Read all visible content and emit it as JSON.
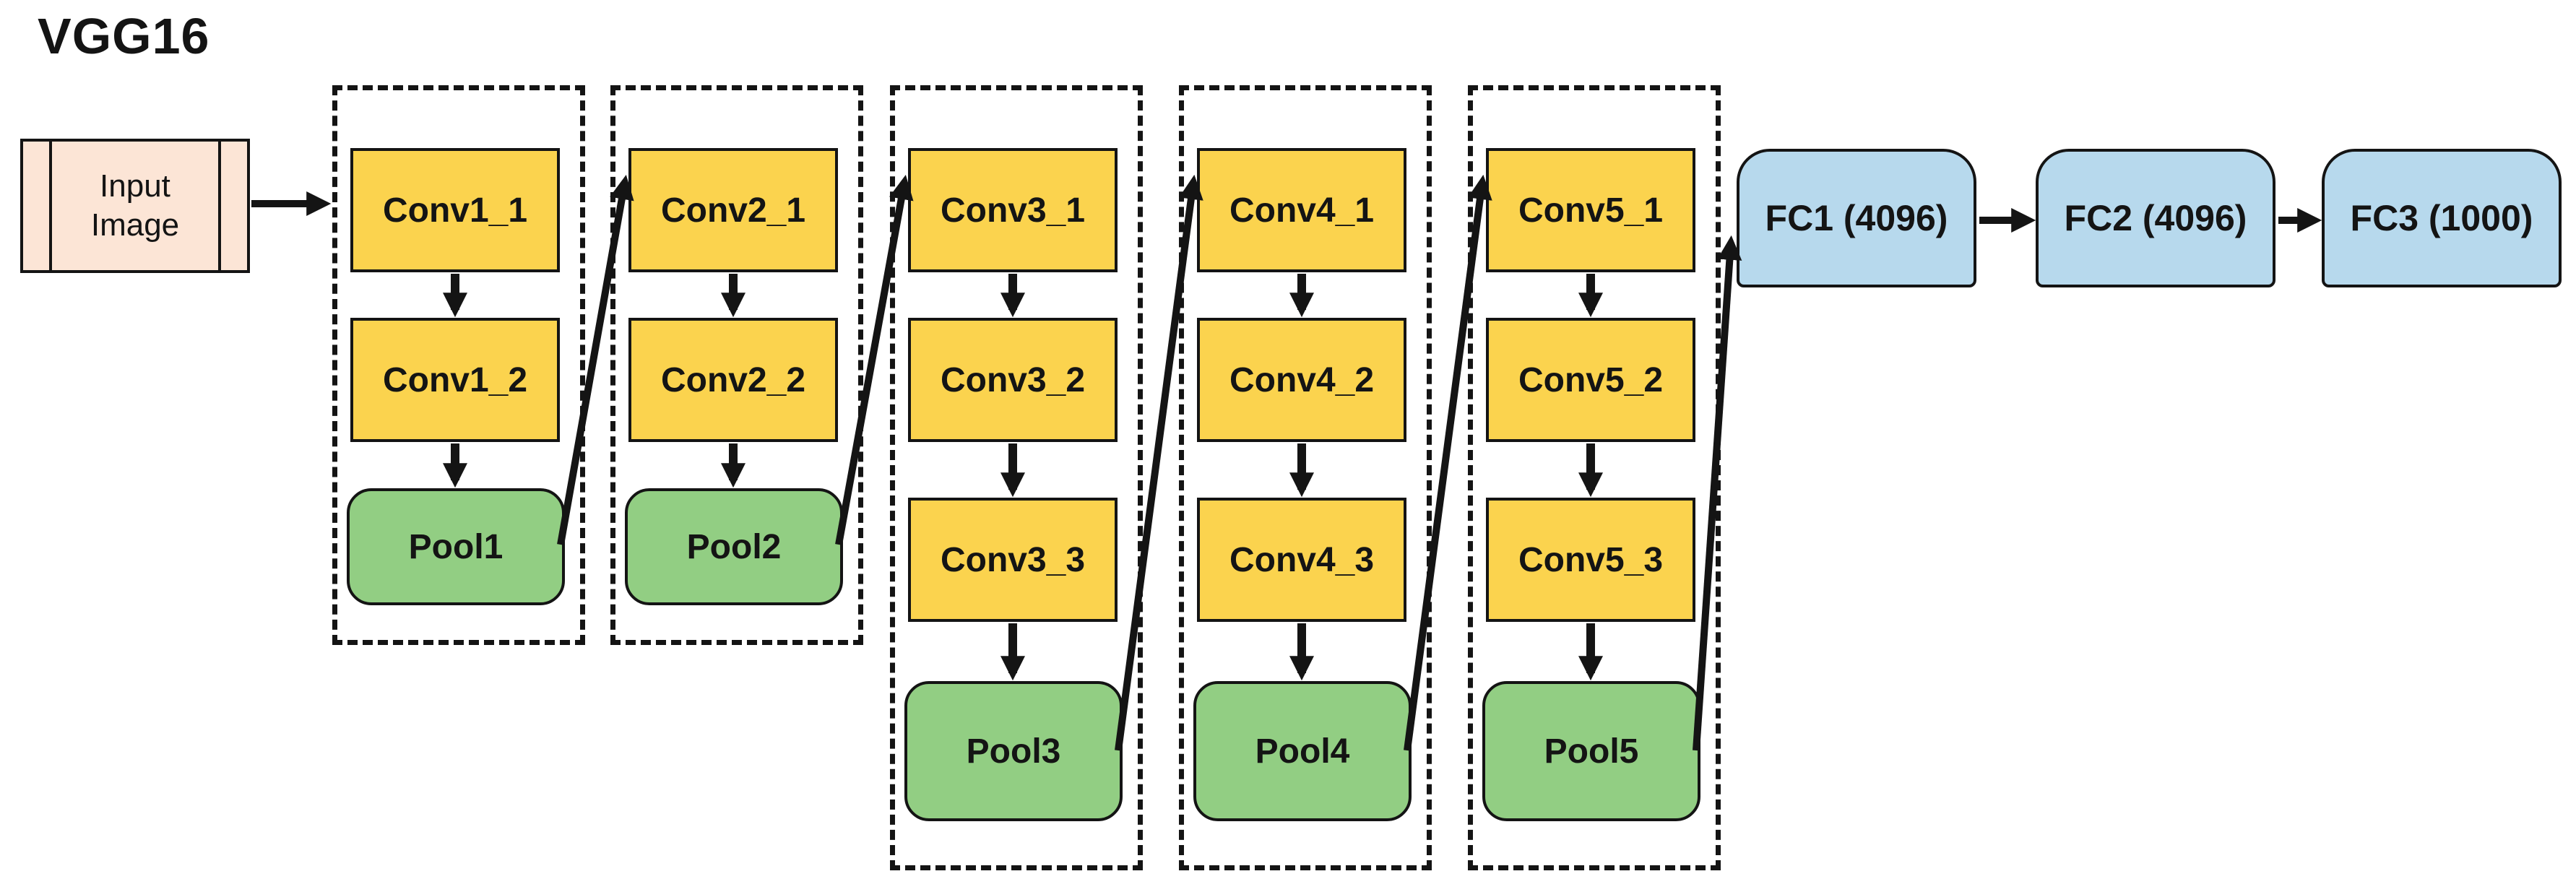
{
  "title": "VGG16",
  "colors": {
    "conv_fill": "#FBD34E",
    "pool_fill": "#92CE83",
    "fc_fill": "#B7D9ED",
    "input_fill": "#FCE5D6",
    "line": "#141414"
  },
  "input_node": {
    "line1": "Input",
    "line2": "Image"
  },
  "groups": [
    {
      "convs": [
        "Conv1_1",
        "Conv1_2"
      ],
      "pool": "Pool1"
    },
    {
      "convs": [
        "Conv2_1",
        "Conv2_2"
      ],
      "pool": "Pool2"
    },
    {
      "convs": [
        "Conv3_1",
        "Conv3_2",
        "Conv3_3"
      ],
      "pool": "Pool3"
    },
    {
      "convs": [
        "Conv4_1",
        "Conv4_2",
        "Conv4_3"
      ],
      "pool": "Pool4"
    },
    {
      "convs": [
        "Conv5_1",
        "Conv5_2",
        "Conv5_3"
      ],
      "pool": "Pool5"
    }
  ],
  "fc_nodes": [
    "FC1 (4096)",
    "FC2 (4096)",
    "FC3 (1000)"
  ]
}
